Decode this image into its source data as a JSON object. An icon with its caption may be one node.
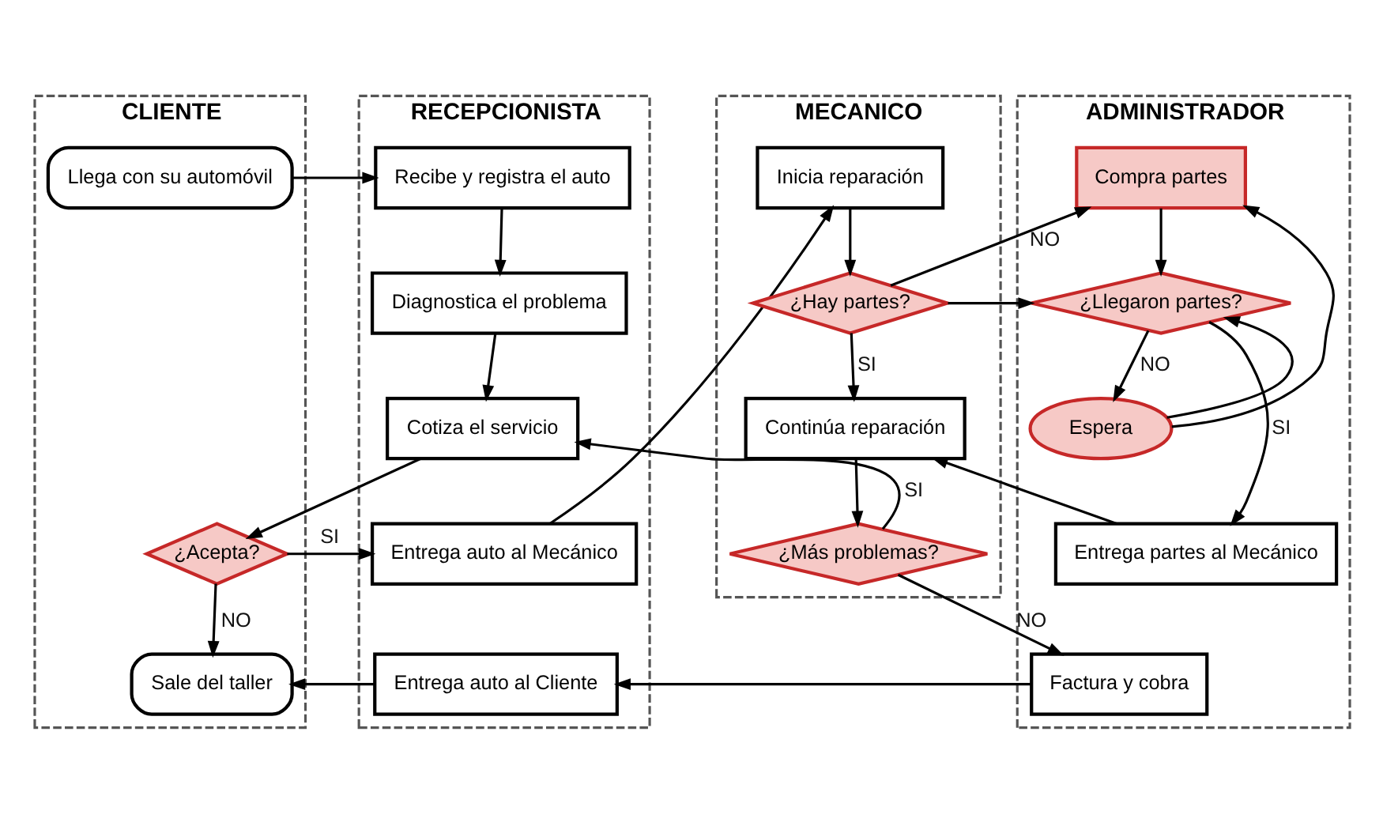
{
  "diagram": {
    "nodes": [
      {
        "text": [
          "CLIENTE"
        ]
      },
      {
        "text": [
          "RECEPCIONISTA"
        ]
      },
      {
        "text": [
          "MECANICO"
        ]
      },
      {
        "text": [
          "ADMINISTRADOR"
        ]
      },
      {
        "text": [
          "Llega con su automóvil"
        ],
        "in": 0
      },
      {
        "text": [
          "¿Acepta?"
        ],
        "in": 0
      },
      {
        "text": [
          "Sale del taller"
        ],
        "in": 0
      },
      {
        "text": [
          "Recibe y registra el auto"
        ],
        "in": 1
      },
      {
        "text": [
          "Diagnostica el problema"
        ],
        "in": 1
      },
      {
        "text": [
          "Cotiza el servicio"
        ],
        "in": 1
      },
      {
        "text": [
          "Entrega auto al Mecánico"
        ],
        "in": 1
      },
      {
        "text": [
          "Entrega auto al Cliente"
        ],
        "in": 1
      },
      {
        "text": [
          "Inicia reparación"
        ],
        "in": 2
      },
      {
        "text": [
          "¿Hay partes?"
        ],
        "in": 2
      },
      {
        "text": [
          "Continúa reparación"
        ],
        "in": 2
      },
      {
        "text": [
          "¿Más problemas?"
        ],
        "in": 2
      },
      {
        "text": [
          "Compra partes"
        ],
        "in": 3
      },
      {
        "text": [
          "¿Llegaron partes?"
        ],
        "in": 3
      },
      {
        "text": [
          "Espera"
        ],
        "in": 3
      },
      {
        "text": [
          "Entrega partes al Mecánico"
        ],
        "in": 3
      },
      {
        "text": [
          "Factura y cobra"
        ],
        "in": 3
      }
    ],
    "edges": [
      {
        "from": 4,
        "to": 7,
        "arrow": "to"
      },
      {
        "from": 7,
        "to": 8,
        "arrow": "to"
      },
      {
        "from": 8,
        "to": 9,
        "arrow": "to"
      },
      {
        "from": 9,
        "to": 5,
        "arrow": "to"
      },
      {
        "from": 5,
        "to": 10,
        "arrow": "to",
        "label": "SI"
      },
      {
        "from": 5,
        "to": 6,
        "arrow": "to",
        "label": "NO"
      },
      {
        "from": 10,
        "to": 12,
        "arrow": "to"
      },
      {
        "from": 12,
        "to": 13,
        "arrow": "to"
      },
      {
        "from": 13,
        "to": 14,
        "arrow": "to",
        "label": "SI"
      },
      {
        "from": 13,
        "to": 16,
        "arrow": "to",
        "label": "NO"
      },
      {
        "from": 13,
        "to": 17,
        "arrow": "to"
      },
      {
        "from": 18,
        "to": 16,
        "arrow": "to"
      },
      {
        "from": 18,
        "to": 17,
        "arrow": "to"
      },
      {
        "from": 16,
        "to": 17,
        "arrow": "to"
      },
      {
        "from": 17,
        "to": 18,
        "arrow": "to",
        "label": "NO"
      },
      {
        "from": 17,
        "to": 19,
        "arrow": "to",
        "label": "SI"
      },
      {
        "from": 19,
        "to": 14,
        "arrow": "to"
      },
      {
        "from": 14,
        "to": 15,
        "arrow": "to"
      },
      {
        "from": 15,
        "to": 9,
        "arrow": "to",
        "label": "SI"
      },
      {
        "from": 15,
        "to": 20,
        "arrow": "to",
        "label": "NO"
      },
      {
        "from": 20,
        "to": 11,
        "arrow": "to"
      },
      {
        "from": 11,
        "to": 6,
        "arrow": "to"
      }
    ]
  }
}
